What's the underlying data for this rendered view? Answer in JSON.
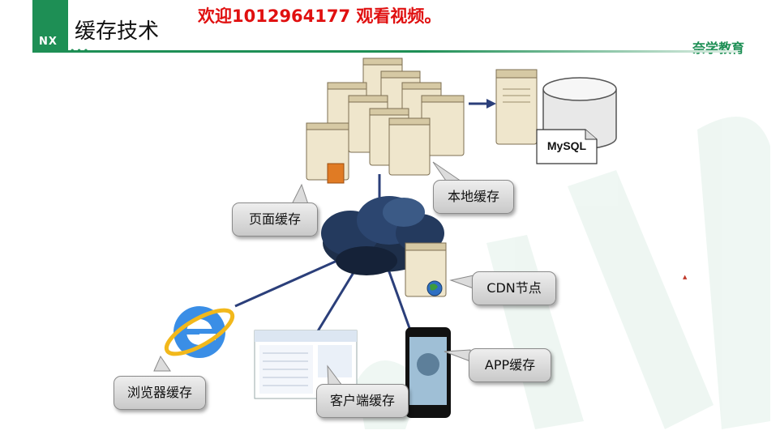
{
  "header": {
    "logo_text": "NX",
    "title": "缓存技术",
    "banner": "欢迎1012964177 观看视频。",
    "brand": "奈学教育"
  },
  "diagram": {
    "callouts": {
      "page_cache": "页面缓存",
      "local_cache": "本地缓存",
      "cdn_node": "CDN节点",
      "app_cache": "APP缓存",
      "client_cache": "客户端缓存",
      "browser_cache": "浏览器缓存"
    },
    "db_label": "MySQL"
  },
  "colors": {
    "brand_green": "#1e8f55",
    "banner_red": "#e01010",
    "link_line": "#2b3f7a",
    "cloud": "#1e2f4a"
  }
}
